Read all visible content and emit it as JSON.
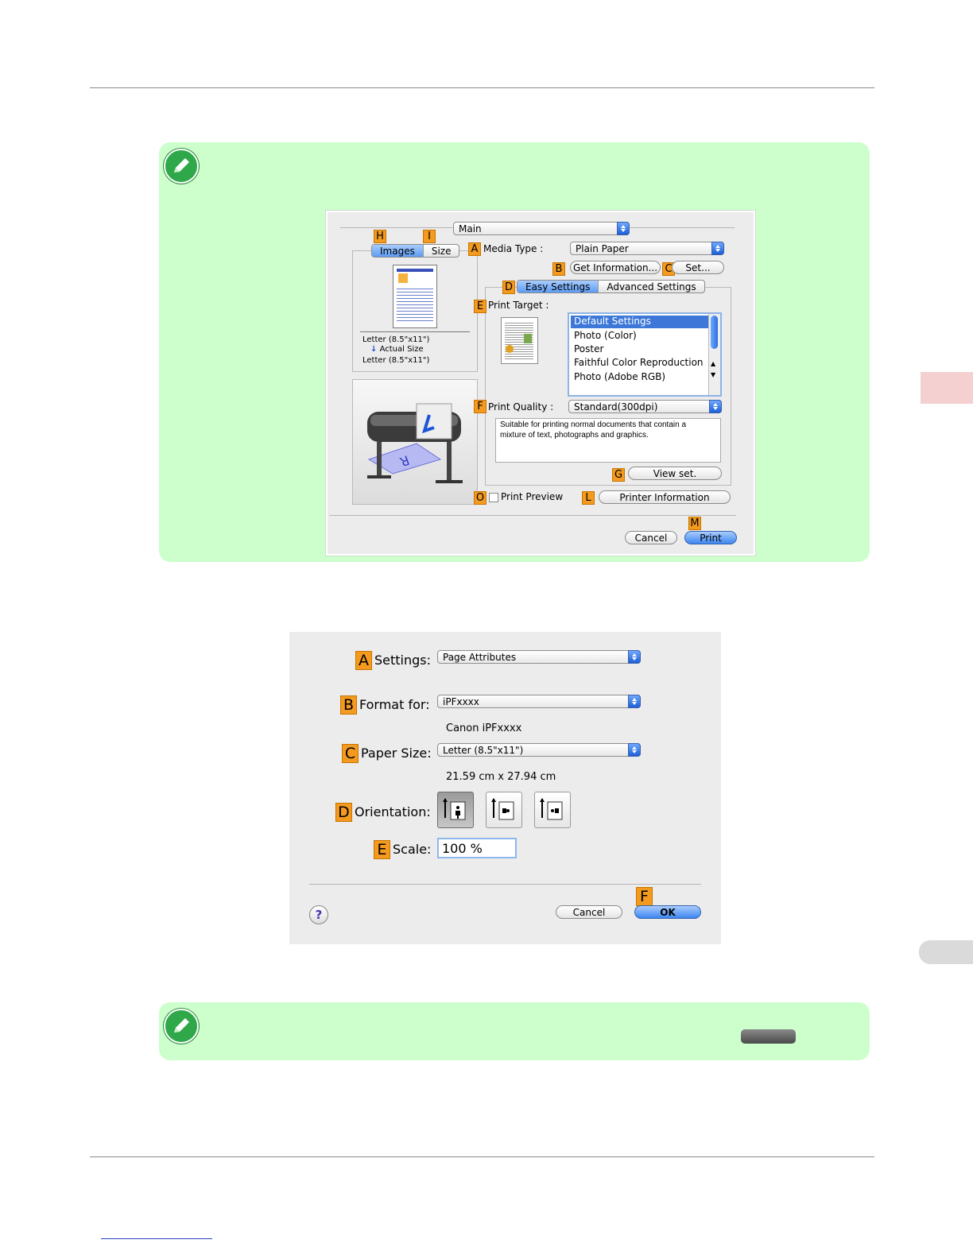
{
  "print_dialog": {
    "panel_menu": "Main",
    "tabs_left": [
      "Images",
      "Size"
    ],
    "media_type_label": "Media Type :",
    "media_type_value": "Plain Paper",
    "get_information_button": "Get Information...",
    "set_button": "Set...",
    "settings_tabs": [
      "Easy Settings",
      "Advanced Settings"
    ],
    "print_target_label": "Print Target :",
    "print_target_items": [
      "Default Settings",
      "Photo (Color)",
      "Poster",
      "Faithful Color Reproduction",
      "Photo (Adobe RGB)"
    ],
    "print_quality_label": "Print Quality :",
    "print_quality_value": "Standard(300dpi)",
    "description": "Suitable for printing normal documents that contain a mixture of text, photographs and graphics.",
    "view_set_button": "View set.",
    "print_preview_label": "Print Preview",
    "printer_information_button": "Printer Information",
    "cancel_button": "Cancel",
    "print_button": "Print",
    "paper_info": {
      "original": "Letter (8.5\"x11\")",
      "mode": "Actual Size",
      "output": "Letter (8.5\"x11\")"
    },
    "callouts": {
      "A": "A",
      "B": "B",
      "C": "C",
      "D": "D",
      "E": "E",
      "F": "F",
      "G": "G",
      "H": "H",
      "I": "I",
      "L": "L",
      "M": "M",
      "O": "O"
    }
  },
  "page_setup": {
    "settings_label": "Settings:",
    "settings_value": "Page Attributes",
    "format_for_label": "Format for:",
    "format_for_value": "iPFxxxx",
    "format_for_sub": "Canon iPFxxxx",
    "paper_size_label": "Paper Size:",
    "paper_size_value": "Letter (8.5\"x11\")",
    "paper_size_sub": "21.59 cm x 27.94 cm",
    "orientation_label": "Orientation:",
    "scale_label": "Scale:",
    "scale_value": "100 %",
    "help_button": "?",
    "cancel_button": "Cancel",
    "ok_button": "OK",
    "callouts": {
      "A": "A",
      "B": "B",
      "C": "C",
      "D": "D",
      "E": "E",
      "F": "F"
    }
  },
  "colors": {
    "note_bg": "#ccffcc",
    "callout": "#f39a1f",
    "accent_blue": "#3d86f0",
    "side_tab": "#f4d0d0"
  }
}
